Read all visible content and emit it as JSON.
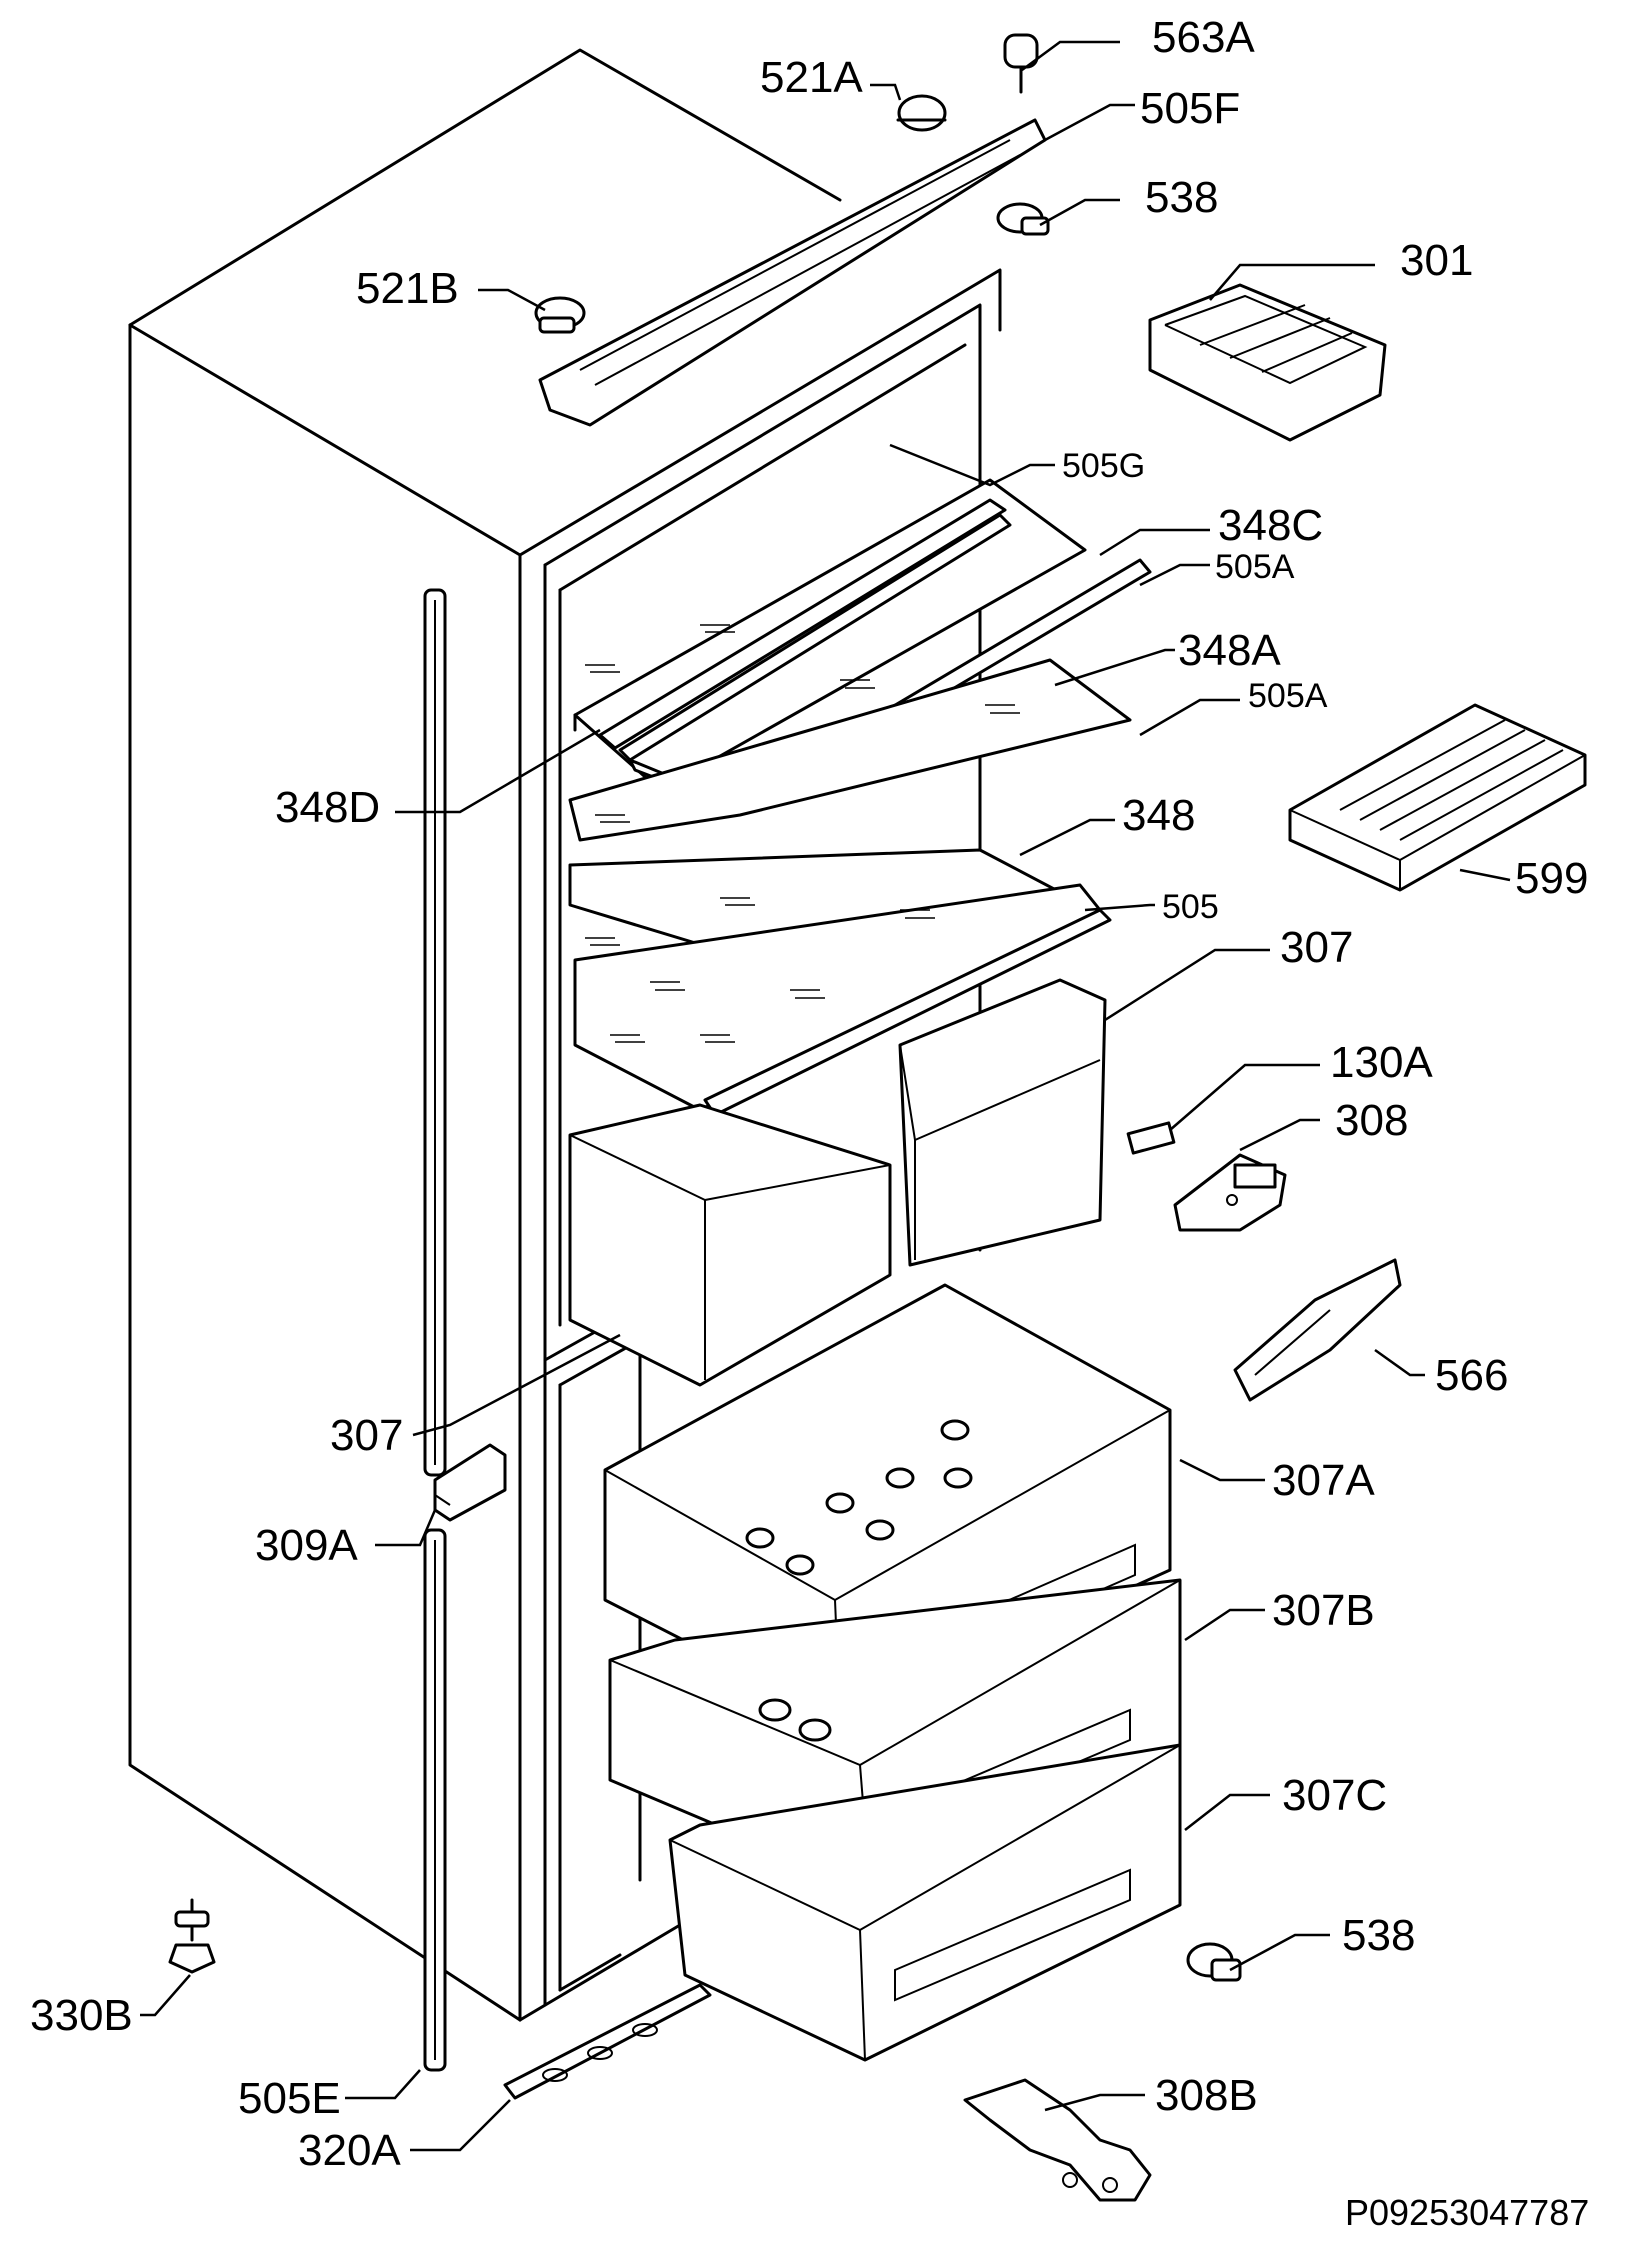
{
  "labels": {
    "l_563A": "563A",
    "l_521A": "521A",
    "l_505F": "505F",
    "l_538_top": "538",
    "l_521B": "521B",
    "l_301": "301",
    "l_505G": "505G",
    "l_348C": "348C",
    "l_505A_1": "505A",
    "l_348A": "348A",
    "l_505A_2": "505A",
    "l_348D": "348D",
    "l_348": "348",
    "l_599": "599",
    "l_505": "505",
    "l_307_top": "307",
    "l_130A": "130A",
    "l_308": "308",
    "l_566": "566",
    "l_307_left": "307",
    "l_307A": "307A",
    "l_309A": "309A",
    "l_307B": "307B",
    "l_307C": "307C",
    "l_538_bottom": "538",
    "l_330B": "330B",
    "l_505E": "505E",
    "l_320A": "320A",
    "l_308B": "308B"
  },
  "reference_code": "P09253047787"
}
